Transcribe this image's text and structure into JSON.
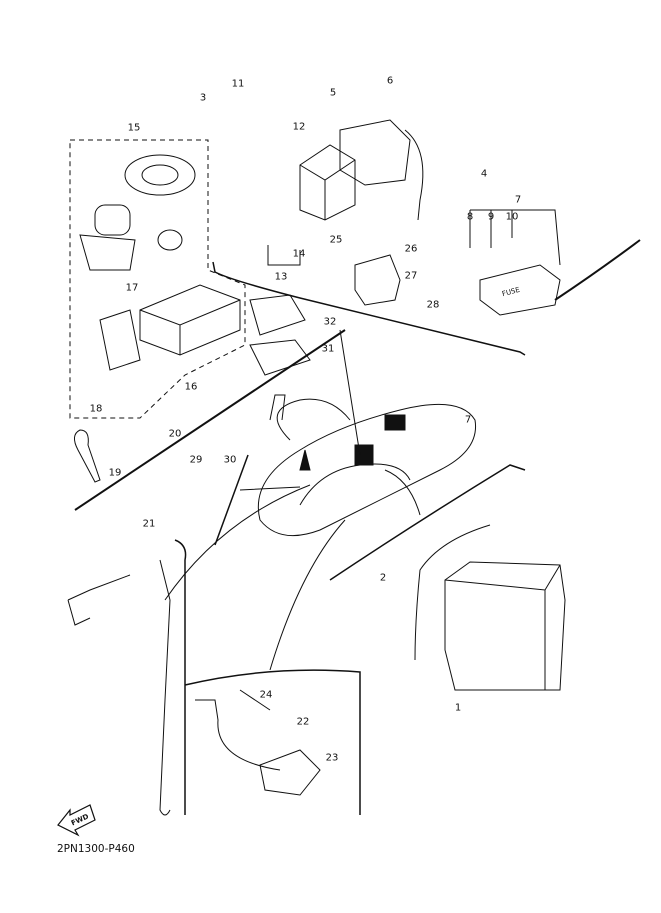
{
  "diagram": {
    "part_code": "2PN1300-P460",
    "fwd_label": "FWD",
    "fuse_label": "FUSE",
    "callouts": [
      "1",
      "2",
      "3",
      "4",
      "5",
      "6",
      "7",
      "7",
      "8",
      "9",
      "10",
      "11",
      "12",
      "13",
      "14",
      "15",
      "16",
      "17",
      "18",
      "19",
      "20",
      "21",
      "22",
      "23",
      "24",
      "25",
      "26",
      "27",
      "28",
      "29",
      "30",
      "31",
      "32"
    ]
  }
}
